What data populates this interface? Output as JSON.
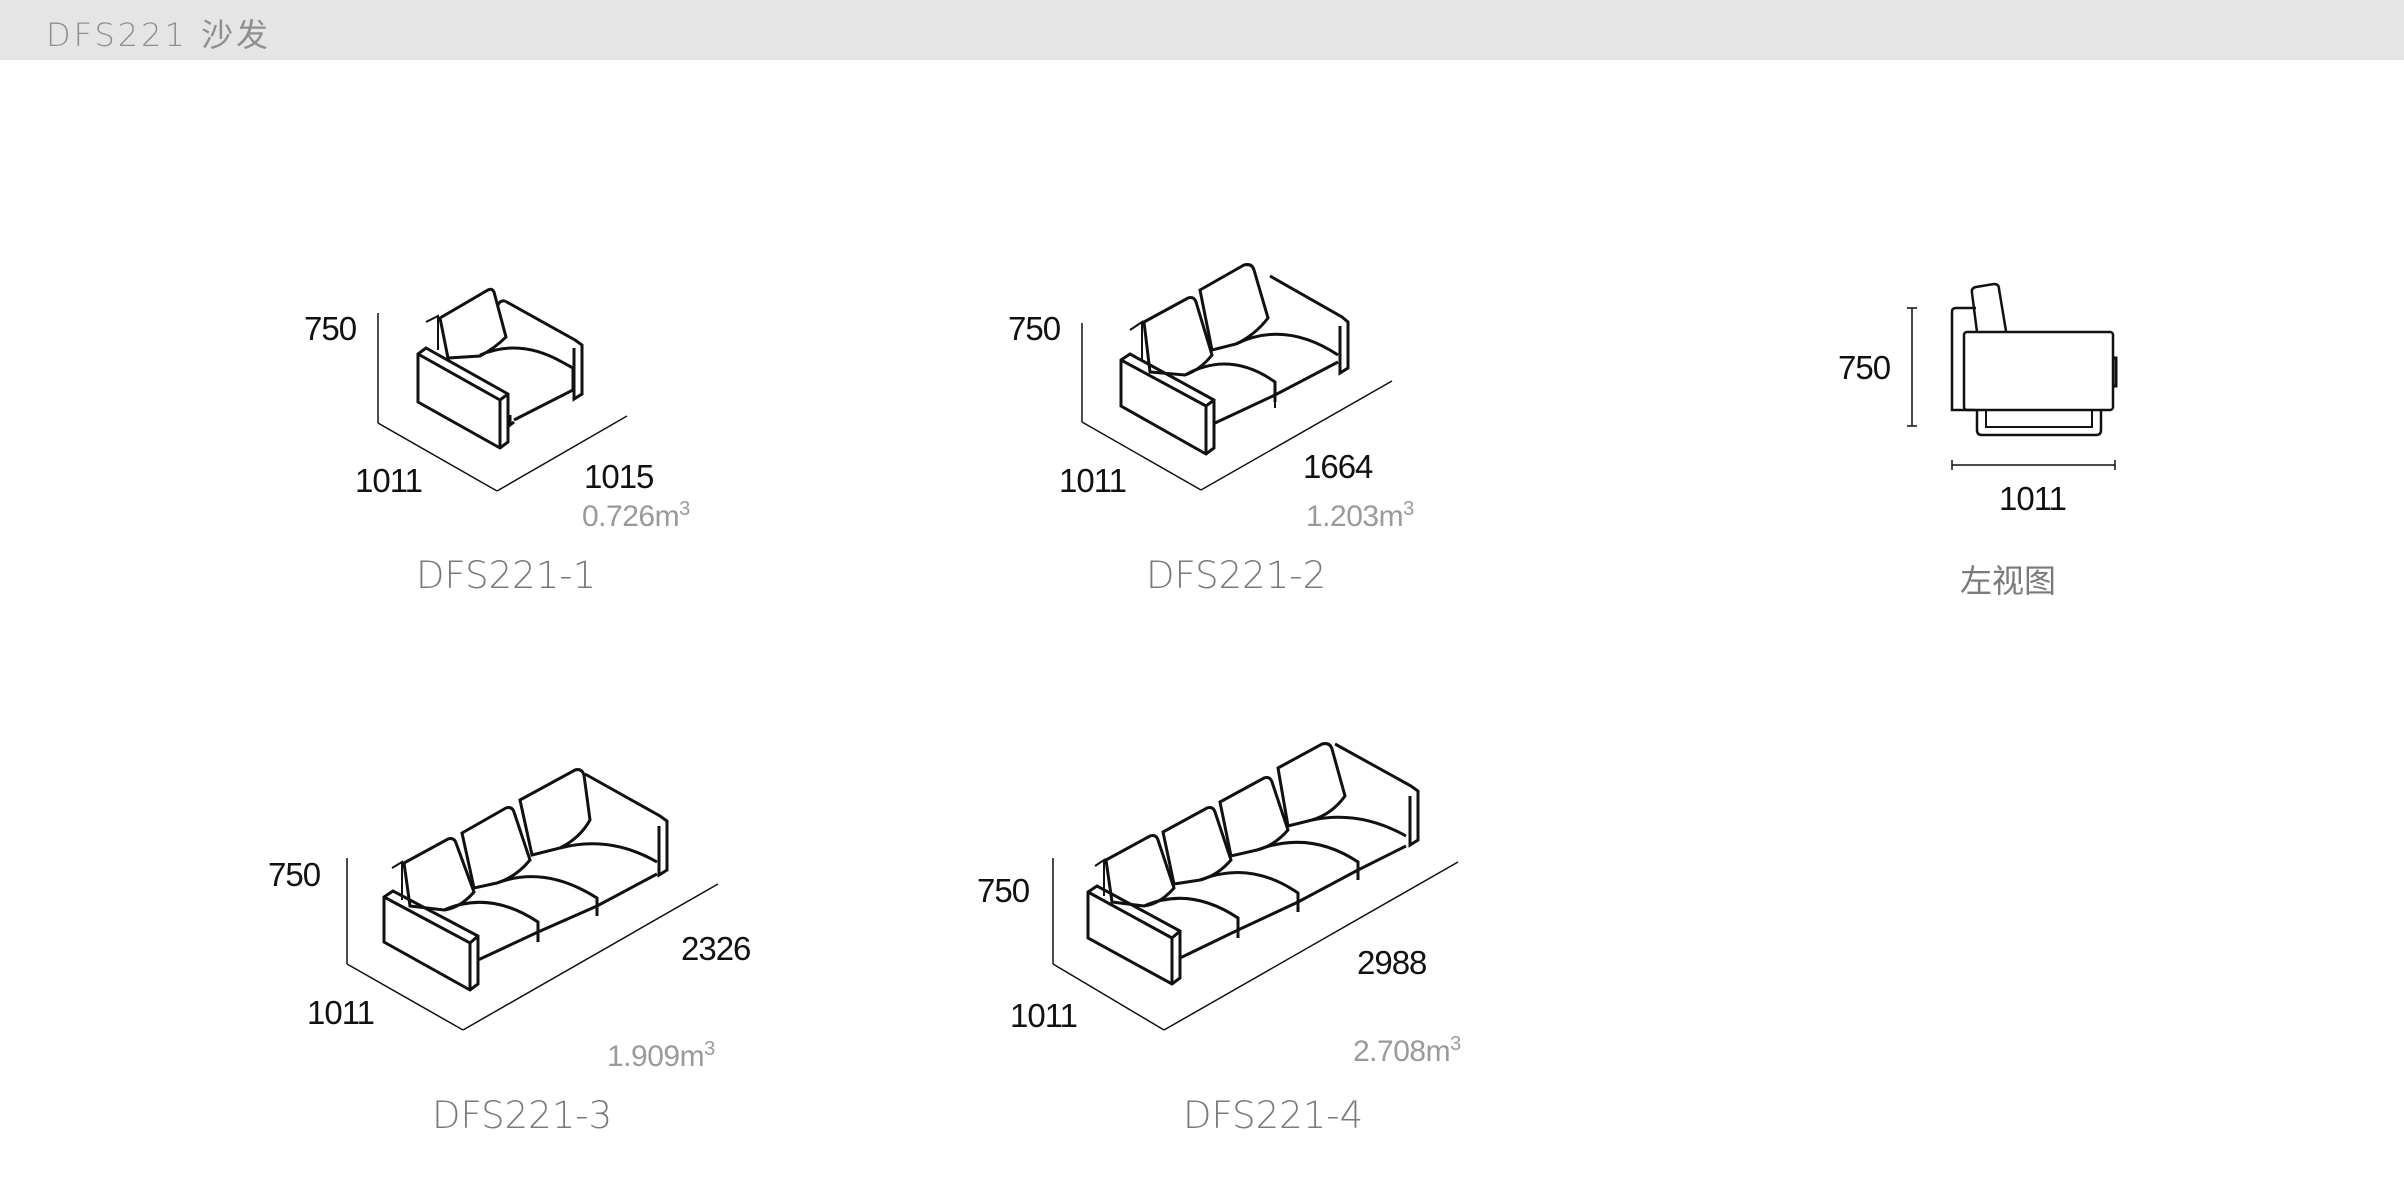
{
  "header": {
    "title": "DFS221 沙发"
  },
  "products": [
    {
      "model": "DFS221-1",
      "height": "750",
      "depth": "1011",
      "width": "1015",
      "volume": "0.726",
      "volume_unit": "m",
      "volume_exp": "3",
      "seats": 1
    },
    {
      "model": "DFS221-2",
      "height": "750",
      "depth": "1011",
      "width": "1664",
      "volume": "1.203",
      "volume_unit": "m",
      "volume_exp": "3",
      "seats": 2
    },
    {
      "model": "DFS221-3",
      "height": "750",
      "depth": "1011",
      "width": "2326",
      "volume": "1.909",
      "volume_unit": "m",
      "volume_exp": "3",
      "seats": 3
    },
    {
      "model": "DFS221-4",
      "height": "750",
      "depth": "1011",
      "width": "2988",
      "volume": "2.708",
      "volume_unit": "m",
      "volume_exp": "3",
      "seats": 4
    }
  ],
  "side_view": {
    "label": "左视图",
    "height": "750",
    "depth": "1011"
  },
  "colors": {
    "header_bg": "#e5e5e5",
    "header_text": "#8f8f8f",
    "line": "#111111",
    "volume_text": "#9a9a9a",
    "model_text": "#7a7a7a"
  }
}
